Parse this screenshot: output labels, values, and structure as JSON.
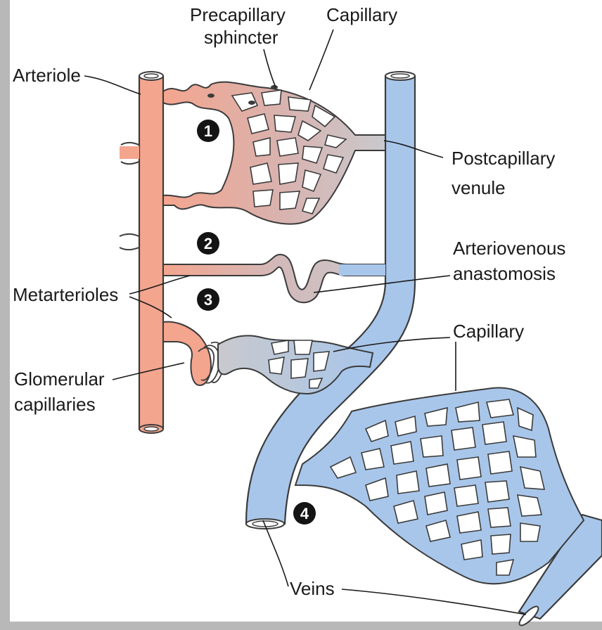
{
  "labels": {
    "precap_1": "Precapillary",
    "precap_2": "sphincter",
    "capillary_top": "Capillary",
    "arteriole": "Arteriole",
    "postcap_1": "Postcapillary",
    "postcap_2": "venule",
    "av_1": "Arteriovenous",
    "av_2": "anastomosis",
    "metarterioles": "Metarterioles",
    "capillary_mid": "Capillary",
    "glom_1": "Glomerular",
    "glom_2": "capillaries",
    "veins": "Veins"
  },
  "markers": [
    "1",
    "2",
    "3",
    "4"
  ],
  "colors": {
    "artery": "#f4a58e",
    "artery_dark": "#e88e76",
    "vein": "#a8c6ea",
    "vein_dark": "#8fb2df",
    "capillary": "#c9c9cd",
    "outline": "#3b3b3b",
    "frame": "#b8b8b8"
  }
}
